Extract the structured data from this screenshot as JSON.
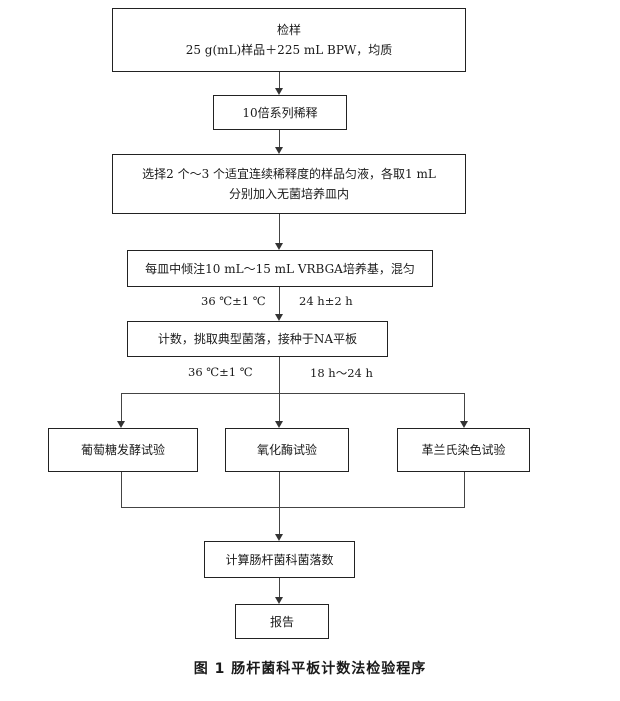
{
  "flow": {
    "step1": {
      "line1": "检样",
      "line2": "25 g(mL)样品＋225 mL BPW，均质"
    },
    "step2": "10倍系列稀释",
    "step3": {
      "line1": "选择2 个～3 个适宜连续稀释度的样品匀液，各取1 mL",
      "line2": "分别加入无菌培养皿内"
    },
    "step4": "每皿中倾注10 mL～15 mL VRBGA培养基，混匀",
    "cond1": {
      "temp": "36 ℃±1 ℃",
      "time": "24 h±2 h"
    },
    "step5": "计数，挑取典型菌落，接种于NA平板",
    "cond2": {
      "temp": "36 ℃±1 ℃",
      "time": "18 h～24 h"
    },
    "branches": {
      "left": "葡萄糖发酵试验",
      "middle": "氧化酶试验",
      "right": "革兰氏染色试验"
    },
    "step6": "计算肠杆菌科菌落数",
    "step7": "报告"
  },
  "caption": "图 1   肠杆菌科平板计数法检验程序"
}
